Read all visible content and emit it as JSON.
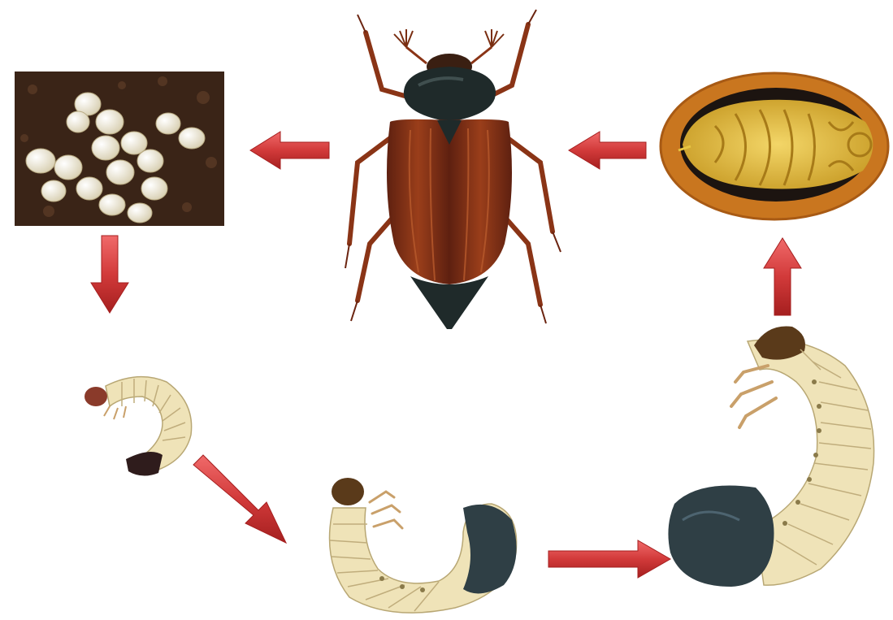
{
  "diagram": {
    "type": "life-cycle",
    "stages": [
      {
        "id": "adult",
        "icon": "adult-beetle-illustration"
      },
      {
        "id": "eggs",
        "icon": "eggs-in-soil-photo"
      },
      {
        "id": "larva-young",
        "icon": "small-curled-grub-illustration"
      },
      {
        "id": "larva-middle",
        "icon": "medium-grub-illustration"
      },
      {
        "id": "larva-mature",
        "icon": "large-grub-illustration"
      },
      {
        "id": "pupa",
        "icon": "pupa-in-soil-chamber-illustration"
      }
    ],
    "arrows": [
      {
        "from": "adult",
        "to": "eggs",
        "direction": "left"
      },
      {
        "from": "eggs",
        "to": "larva-young",
        "direction": "down"
      },
      {
        "from": "larva-young",
        "to": "larva-middle",
        "direction": "down-right"
      },
      {
        "from": "larva-middle",
        "to": "larva-mature",
        "direction": "right"
      },
      {
        "from": "larva-mature",
        "to": "pupa",
        "direction": "up"
      },
      {
        "from": "pupa",
        "to": "adult",
        "direction": "left"
      }
    ]
  },
  "colors": {
    "background": "#ffffff",
    "arrow": "#d23a3a",
    "arrow_dark": "#a51f1f",
    "beetle_elytra": "#8a3416",
    "beetle_head": "#1f2a2a",
    "grub_body": "#efe3b8",
    "grub_tail": "#2f3f45",
    "soil": "#3a2417",
    "egg": "#f3eedd",
    "pupa_chamber": "#c9761f",
    "pupa_body": "#e6c542"
  }
}
